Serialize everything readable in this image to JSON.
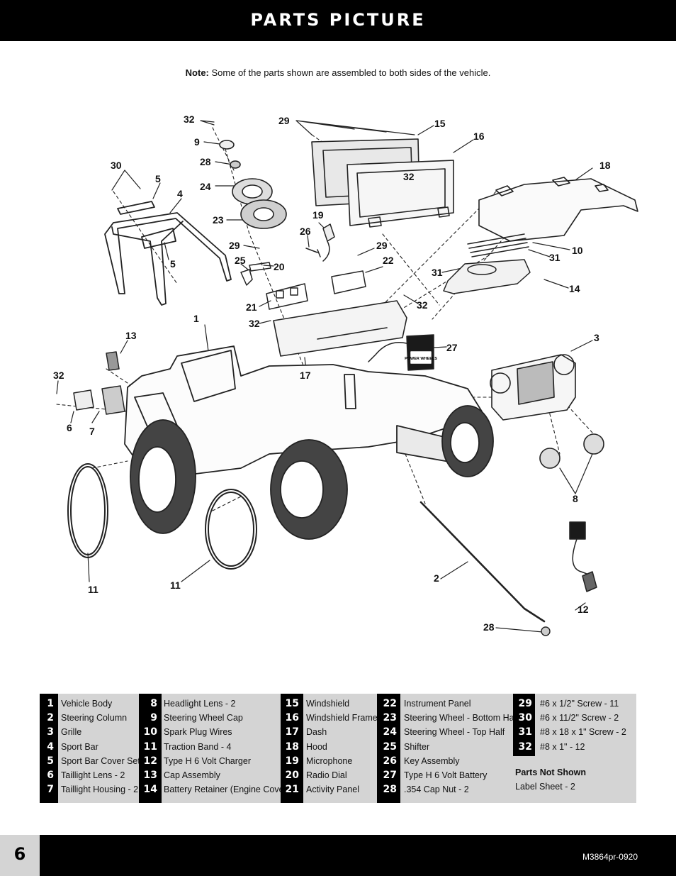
{
  "header": {
    "title": "PARTS PICTURE"
  },
  "note": {
    "label": "Note:",
    "text": " Some of the parts shown are assembled to both sides of the vehicle."
  },
  "callouts": [
    {
      "num": "32",
      "ref": "c32a"
    },
    {
      "num": "9",
      "ref": "c9"
    },
    {
      "num": "29",
      "ref": "c29a"
    },
    {
      "num": "15",
      "ref": "c15"
    },
    {
      "num": "16",
      "ref": "c16"
    },
    {
      "num": "30",
      "ref": "c30"
    },
    {
      "num": "28",
      "ref": "c28a"
    },
    {
      "num": "5",
      "ref": "c5a"
    },
    {
      "num": "4",
      "ref": "c4"
    },
    {
      "num": "24",
      "ref": "c24"
    },
    {
      "num": "32",
      "ref": "c32b"
    },
    {
      "num": "18",
      "ref": "c18"
    },
    {
      "num": "19",
      "ref": "c19"
    },
    {
      "num": "23",
      "ref": "c23"
    },
    {
      "num": "26",
      "ref": "c26"
    },
    {
      "num": "29",
      "ref": "c29b"
    },
    {
      "num": "29",
      "ref": "c29c"
    },
    {
      "num": "25",
      "ref": "c25"
    },
    {
      "num": "22",
      "ref": "c22"
    },
    {
      "num": "5",
      "ref": "c5b"
    },
    {
      "num": "20",
      "ref": "c20"
    },
    {
      "num": "10",
      "ref": "c10"
    },
    {
      "num": "31",
      "ref": "c31a"
    },
    {
      "num": "31",
      "ref": "c31b"
    },
    {
      "num": "14",
      "ref": "c14"
    },
    {
      "num": "21",
      "ref": "c21"
    },
    {
      "num": "32",
      "ref": "c32c"
    },
    {
      "num": "32",
      "ref": "c32d"
    },
    {
      "num": "1",
      "ref": "c1"
    },
    {
      "num": "13",
      "ref": "c13"
    },
    {
      "num": "3",
      "ref": "c3"
    },
    {
      "num": "27",
      "ref": "c27"
    },
    {
      "num": "17",
      "ref": "c17"
    },
    {
      "num": "32",
      "ref": "c32e"
    },
    {
      "num": "6",
      "ref": "c6"
    },
    {
      "num": "7",
      "ref": "c7"
    },
    {
      "num": "8",
      "ref": "c8"
    },
    {
      "num": "2",
      "ref": "c2"
    },
    {
      "num": "11",
      "ref": "c11a"
    },
    {
      "num": "11",
      "ref": "c11b"
    },
    {
      "num": "12",
      "ref": "c12"
    },
    {
      "num": "28",
      "ref": "c28b"
    }
  ],
  "battery_label": "POWER WHEELS",
  "parts": [
    [
      {
        "num": "1",
        "label": "Vehicle Body"
      },
      {
        "num": "2",
        "label": "Steering Column"
      },
      {
        "num": "3",
        "label": "Grille"
      },
      {
        "num": "4",
        "label": "Sport Bar"
      },
      {
        "num": "5",
        "label": "Sport Bar Cover Set"
      },
      {
        "num": "6",
        "label": "Taillight Lens - 2"
      },
      {
        "num": "7",
        "label": "Taillight Housing - 2"
      }
    ],
    [
      {
        "num": "8",
        "label": "Headlight Lens - 2"
      },
      {
        "num": "9",
        "label": "Steering Wheel Cap"
      },
      {
        "num": "10",
        "label": "Spark Plug Wires"
      },
      {
        "num": "11",
        "label": "Traction Band - 4"
      },
      {
        "num": "12",
        "label": "Type H 6 Volt Charger"
      },
      {
        "num": "13",
        "label": "Cap Assembly"
      },
      {
        "num": "14",
        "label": "Battery Retainer (Engine Cover)"
      }
    ],
    [
      {
        "num": "15",
        "label": "Windshield"
      },
      {
        "num": "16",
        "label": "Windshield Frame"
      },
      {
        "num": "17",
        "label": "Dash"
      },
      {
        "num": "18",
        "label": "Hood"
      },
      {
        "num": "19",
        "label": "Microphone"
      },
      {
        "num": "20",
        "label": "Radio Dial"
      },
      {
        "num": "21",
        "label": "Activity Panel"
      }
    ],
    [
      {
        "num": "22",
        "label": "Instrument Panel"
      },
      {
        "num": "23",
        "label": "Steering Wheel - Bottom Half"
      },
      {
        "num": "24",
        "label": "Steering Wheel - Top Half"
      },
      {
        "num": "25",
        "label": "Shifter"
      },
      {
        "num": "26",
        "label": "Key Assembly"
      },
      {
        "num": "27",
        "label": "Type H 6 Volt Battery"
      },
      {
        "num": "28",
        "label": ".354 Cap Nut - 2"
      }
    ],
    [
      {
        "num": "29",
        "label": "#6 x 1/2\" Screw - 11"
      },
      {
        "num": "30",
        "label": "#6 x 11/2\" Screw - 2"
      },
      {
        "num": "31",
        "label": "#8 x 18 x 1\" Screw - 2"
      },
      {
        "num": "32",
        "label": "#8 x 1\" - 12"
      }
    ]
  ],
  "parts_not_shown": {
    "title": "Parts Not Shown",
    "items": [
      "Label Sheet - 2"
    ]
  },
  "footer": {
    "page_number": "6",
    "doc_code": "M3864pr-0920"
  }
}
